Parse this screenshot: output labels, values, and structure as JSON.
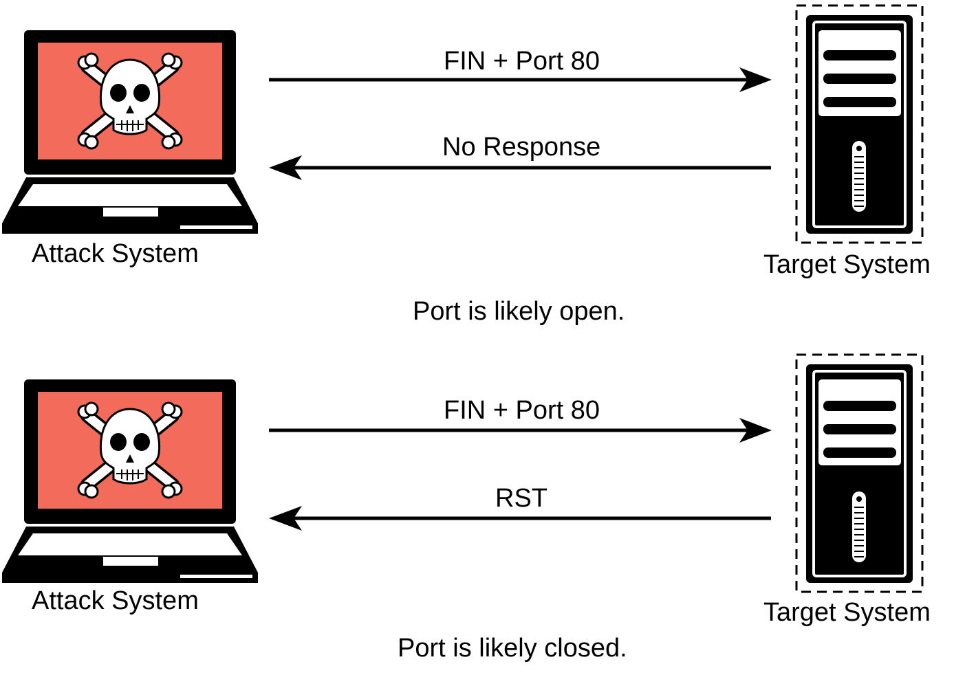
{
  "scenarios": [
    {
      "attacker_label": "Attack System",
      "target_label": "Target System",
      "request_label": "FIN + Port 80",
      "response_label": "No Response",
      "conclusion": "Port is likely open."
    },
    {
      "attacker_label": "Attack System",
      "target_label": "Target System",
      "request_label": "FIN + Port 80",
      "response_label": "RST",
      "conclusion": "Port is likely closed."
    }
  ],
  "colors": {
    "screen": "#f26b5b",
    "ink": "#000000",
    "background": "#ffffff"
  },
  "icons": {
    "attacker": "laptop-skull-icon",
    "target": "server-tower-icon"
  }
}
